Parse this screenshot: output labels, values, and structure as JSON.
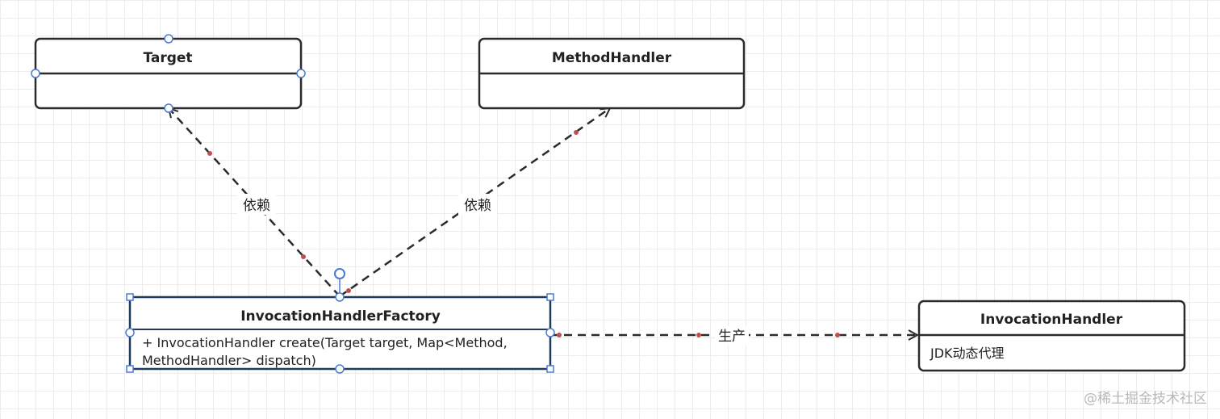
{
  "classes": {
    "target": {
      "name": "Target"
    },
    "method_handler": {
      "name": "MethodHandler"
    },
    "factory": {
      "name": "InvocationHandlerFactory",
      "method_line1": "+ InvocationHandler create(Target target, Map<Method,",
      "method_line2": "MethodHandler> dispatch)"
    },
    "invocation_handler": {
      "name": "InvocationHandler",
      "body": "JDK动态代理"
    }
  },
  "relations": {
    "factory_to_target": {
      "label": "依赖"
    },
    "factory_to_method_handler": {
      "label": "依赖"
    },
    "factory_to_invocation_handler": {
      "label": "生产"
    }
  },
  "colors": {
    "grid": "#ececec",
    "line": "#2b2b2b",
    "selection": "#1f3a5f",
    "handle": "#4a7bd0",
    "waypoint": "#c0504d"
  },
  "watermark": "@稀土掘金技术社区"
}
